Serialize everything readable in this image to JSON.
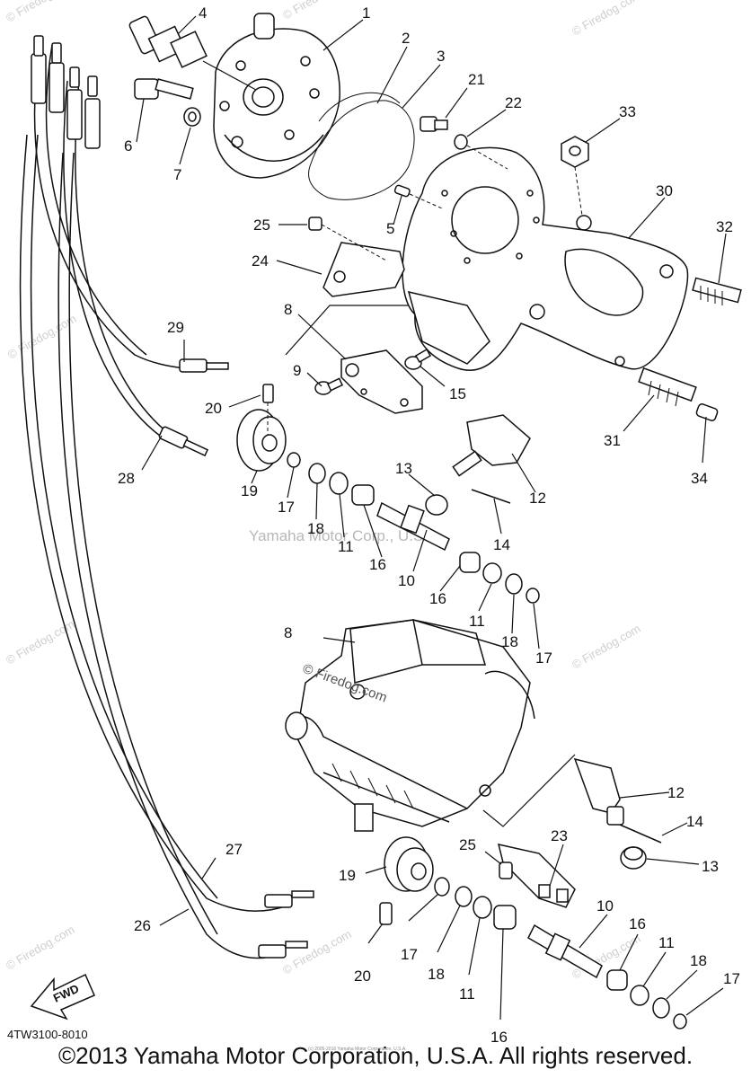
{
  "diagram": {
    "callouts": {
      "c1": "1",
      "c2": "2",
      "c3": "3",
      "c4": "4",
      "c5": "5",
      "c6": "6",
      "c7": "7",
      "c8a": "8",
      "c8b": "8",
      "c9": "9",
      "c10a": "10",
      "c10b": "10",
      "c11a": "11",
      "c11b": "11",
      "c11c": "11",
      "c11d": "11",
      "c12a": "12",
      "c12b": "12",
      "c13a": "13",
      "c13b": "13",
      "c14a": "14",
      "c14b": "14",
      "c15": "15",
      "c16a": "16",
      "c16b": "16",
      "c16c": "16",
      "c16d": "16",
      "c17a": "17",
      "c17b": "17",
      "c17c": "17",
      "c17d": "17",
      "c18a": "18",
      "c18b": "18",
      "c18c": "18",
      "c18d": "18",
      "c19a": "19",
      "c19b": "19",
      "c20a": "20",
      "c20b": "20",
      "c21": "21",
      "c22": "22",
      "c23": "23",
      "c24": "24",
      "c25a": "25",
      "c25b": "25",
      "c26": "26",
      "c27": "27",
      "c28": "28",
      "c29": "29",
      "c30": "30",
      "c31": "31",
      "c32": "32",
      "c33": "33",
      "c34": "34"
    },
    "center_watermark": "Yamaha Motor Corp., U.S.A.",
    "firedog_mark": "© Firedog.com",
    "watermark": "© Firedog.com",
    "fwd_label": "FWD",
    "tiny_print": "(c) 2005-2016 Yamaha Motor Corporation, U.S.A."
  },
  "diagram_code": "4TW3100-8010",
  "copyright": "©2013 Yamaha Motor Corporation, U.S.A. All rights reserved."
}
